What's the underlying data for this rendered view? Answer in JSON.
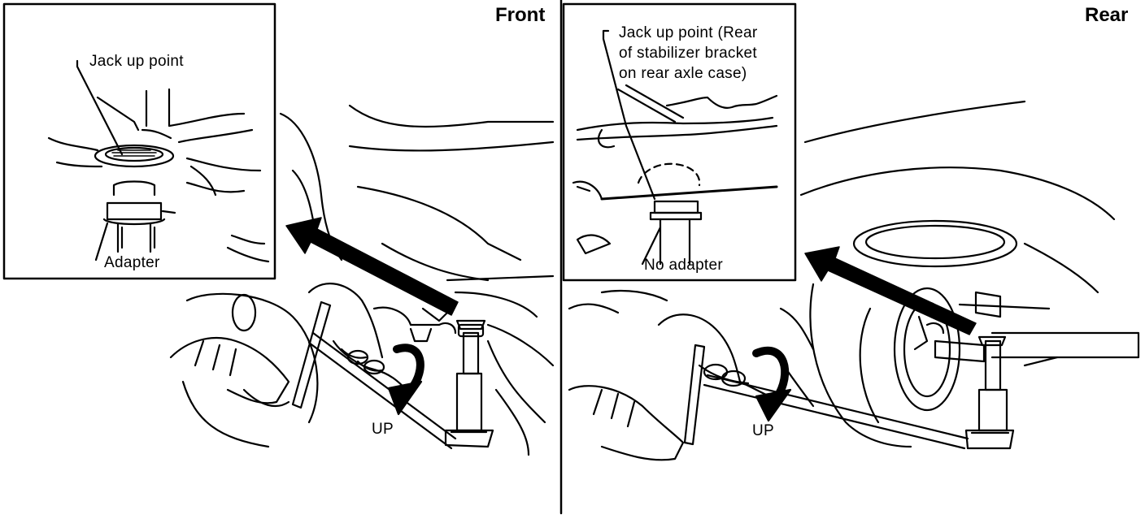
{
  "front": {
    "title": "Front",
    "jack_up_point": "Jack up point",
    "adapter": "Adapter",
    "direction": "UP"
  },
  "rear": {
    "title": "Rear",
    "jack_up_point": "Jack up point (Rear\nof stabilizer bracket\non rear axle case)",
    "no_adapter": "No adapter",
    "direction": "UP"
  }
}
